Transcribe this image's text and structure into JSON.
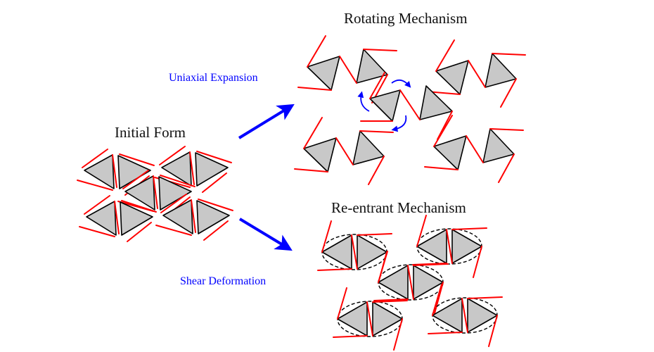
{
  "titles": {
    "initial": "Initial Form",
    "rotating": "Rotating Mechanism",
    "reentrant": "Re-entrant Mechanism"
  },
  "operations": {
    "uniaxial": "Uniaxial Expansion",
    "shear": "Shear Deformation"
  },
  "colors": {
    "triangle_fill": "#c8c8c8",
    "triangle_stroke": "#000000",
    "hinge": "#ff0000",
    "annotation": "#0000ff",
    "title_text": "#111111"
  },
  "icons": {
    "uniaxial_arrow": "arrow-up-right",
    "shear_arrow": "arrow-down-right",
    "rotation_arrows": "curved-arrows"
  }
}
